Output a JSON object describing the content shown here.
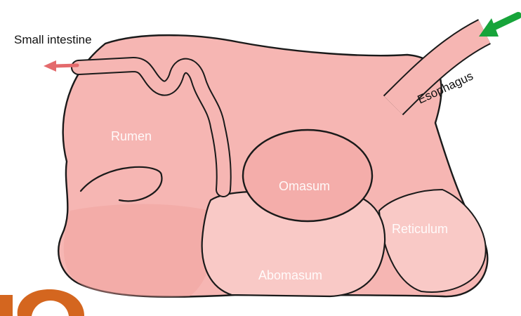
{
  "diagram": {
    "labels": {
      "small_intestine": "Small intestine",
      "esophagus": "Esophagus",
      "rumen": "Rumen",
      "omasum": "Omasum",
      "reticulum": "Reticulum",
      "abomasum": "Abomasum"
    },
    "colors": {
      "body_fill": "#f6b6b3",
      "body_light": "#f9c9c6",
      "body_shade": "#ef9f9c",
      "outline": "#1a1a1a",
      "arrow_in": "#17a43a",
      "arrow_out": "#e46a6c",
      "logo_orange": "#d4661f"
    },
    "icons": {
      "inflow": "green-arrow-icon",
      "outflow": "pink-arrow-icon"
    }
  }
}
